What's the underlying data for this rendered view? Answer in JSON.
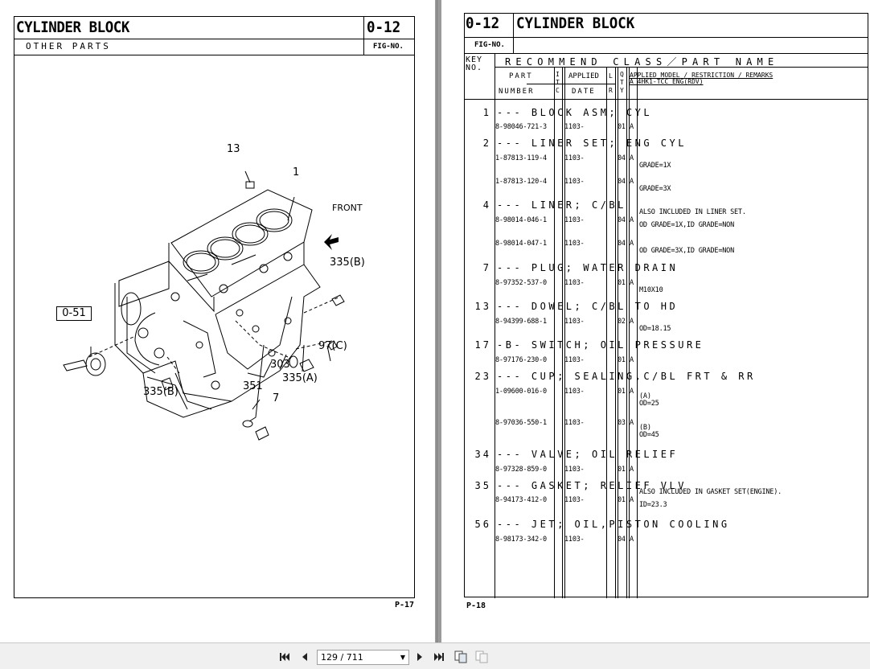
{
  "left_page": {
    "title": "CYLINDER BLOCK",
    "subtitle": "OTHER PARTS",
    "fig": "0-12",
    "fig_no_label": "FIG-NO.",
    "page_label": "P-17",
    "callouts": {
      "c13": "13",
      "c1": "1",
      "front": "FRONT",
      "c335b_top": "335(B)",
      "c051": "0-51",
      "c97c": "97(C)",
      "c303": "303",
      "c335a": "335(A)",
      "c335b_bottom": "335(B)",
      "c351": "351",
      "c7": "7"
    }
  },
  "right_page": {
    "fig": "0-12",
    "title": "CYLINDER BLOCK",
    "fig_no_label": "FIG-NO.",
    "key_label": "KEY",
    "no_label": "NO.",
    "recommend": "RECOMMEND CLASS／PART NAME",
    "part_label": "PART",
    "number_label": "NUMBER",
    "applied_label": "APPLIED",
    "date_label": "DATE",
    "itc": [
      "I",
      "T",
      "C"
    ],
    "l_label": "L",
    "r_label": "R",
    "qty": [
      "Q",
      "T",
      "Y"
    ],
    "applied_model": "APPLIED MODEL / RESTRICTION / REMARKS",
    "model_a": "A 4HK1-TCC ENG(RDV)",
    "page_label": "P-18",
    "items": [
      {
        "key": "1",
        "title": "--- BLOCK ASM; CYL",
        "parts": [
          {
            "number": "8-98046-721-3",
            "date": "1103-",
            "qty": "01",
            "model": "A",
            "remarks": []
          }
        ]
      },
      {
        "key": "2",
        "title": "--- LINER SET; ENG CYL",
        "parts": [
          {
            "number": "1-87813-119-4",
            "date": "1103-",
            "qty": "04",
            "model": "A",
            "remarks": [
              "GRADE=1X"
            ]
          },
          {
            "number": "1-87813-120-4",
            "date": "1103-",
            "qty": "04",
            "model": "A",
            "remarks": [
              "GRADE=3X"
            ]
          }
        ]
      },
      {
        "key": "4",
        "title": "--- LINER; C/BL",
        "parts": [
          {
            "number": "8-98014-046-1",
            "date": "1103-",
            "qty": "04",
            "model": "A",
            "remarks": [
              "ALSO INCLUDED IN LINER SET.",
              "OD GRADE=1X,ID GRADE=NON"
            ]
          },
          {
            "number": "8-98014-047-1",
            "date": "1103-",
            "qty": "04",
            "model": "A",
            "remarks": [
              "OD GRADE=3X,ID GRADE=NON"
            ]
          }
        ]
      },
      {
        "key": "7",
        "title": "--- PLUG; WATER DRAIN",
        "parts": [
          {
            "number": "8-97352-537-0",
            "date": "1103-",
            "qty": "01",
            "model": "A",
            "remarks": [
              "M10X10"
            ]
          }
        ]
      },
      {
        "key": "13",
        "title": "--- DOWEL; C/BL TO HD",
        "parts": [
          {
            "number": "8-94399-688-1",
            "date": "1103-",
            "qty": "02",
            "model": "A",
            "remarks": [
              "OD=18.15"
            ]
          }
        ]
      },
      {
        "key": "17",
        "title": "-B- SWITCH; OIL PRESSURE",
        "parts": [
          {
            "number": "8-97176-230-0",
            "date": "1103-",
            "qty": "01",
            "model": "A",
            "remarks": []
          }
        ]
      },
      {
        "key": "23",
        "title": "--- CUP; SEALING,C/BL FRT & RR",
        "parts": [
          {
            "number": "1-09600-016-0",
            "date": "1103-",
            "qty": "01",
            "model": "A",
            "remarks": [
              "(A)",
              "OD=25"
            ]
          },
          {
            "number": "8-97036-550-1",
            "date": "1103-",
            "qty": "03",
            "model": "A",
            "remarks": [
              "(B)",
              "OD=45"
            ]
          }
        ]
      },
      {
        "key": "34",
        "title": "--- VALVE; OIL RELIEF",
        "parts": [
          {
            "number": "8-97328-859-0",
            "date": "1103-",
            "qty": "01",
            "model": "A",
            "remarks": []
          }
        ]
      },
      {
        "key": "35",
        "title": "--- GASKET; RELIEF VLV",
        "parts": [
          {
            "number": "8-94173-412-0",
            "date": "1103-",
            "qty": "01",
            "model": "A",
            "remarks": [
              "ALSO INCLUDED IN GASKET SET(ENGINE).",
              "ID=23.3"
            ]
          }
        ]
      },
      {
        "key": "56",
        "title": "--- JET; OIL,PISTON COOLING",
        "parts": [
          {
            "number": "8-98173-342-0",
            "date": "1103-",
            "qty": "04",
            "model": "A",
            "remarks": []
          }
        ]
      }
    ]
  },
  "toolbar": {
    "page_display": "129 / 711",
    "icons": [
      "first-page-icon",
      "prev-page-icon",
      "next-page-icon",
      "last-page-icon",
      "single-page-view-icon",
      "two-page-view-icon"
    ]
  }
}
